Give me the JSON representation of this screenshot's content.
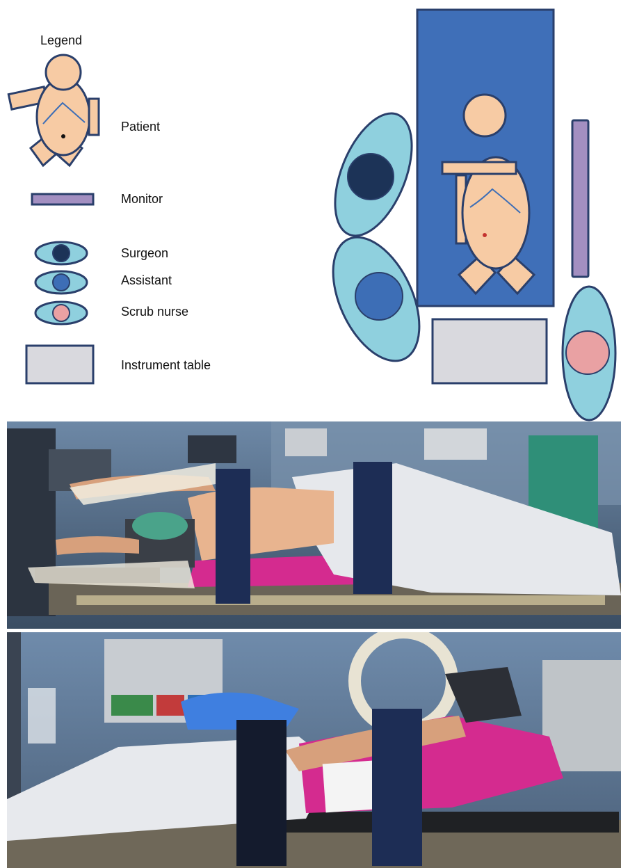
{
  "legend": {
    "title": "Legend",
    "items": [
      {
        "key": "patient",
        "label": "Patient"
      },
      {
        "key": "monitor",
        "label": "Monitor"
      },
      {
        "key": "surgeon",
        "label": "Surgeon"
      },
      {
        "key": "assistant",
        "label": "Assistant"
      },
      {
        "key": "scrub_nurse",
        "label": "Scrub nurse"
      },
      {
        "key": "instrument_table",
        "label": "Instrument table"
      }
    ]
  },
  "colors": {
    "skin": "#f7cba4",
    "outline": "#2a3f6b",
    "monitor": "#a38fc1",
    "staff_outer": "#8fd0de",
    "surgeon": "#1c3357",
    "assistant": "#3d6eb6",
    "scrub_nurse": "#e9a1a3",
    "table_bed": "#3f6fb8",
    "instrument_table": "#d9d9de",
    "drape_magenta": "#d42b8f"
  },
  "photos": [
    {
      "key": "photo-top",
      "view": "side view, patient supine, head to left"
    },
    {
      "key": "photo-bottom",
      "view": "side view, patient supine, head to right"
    }
  ]
}
